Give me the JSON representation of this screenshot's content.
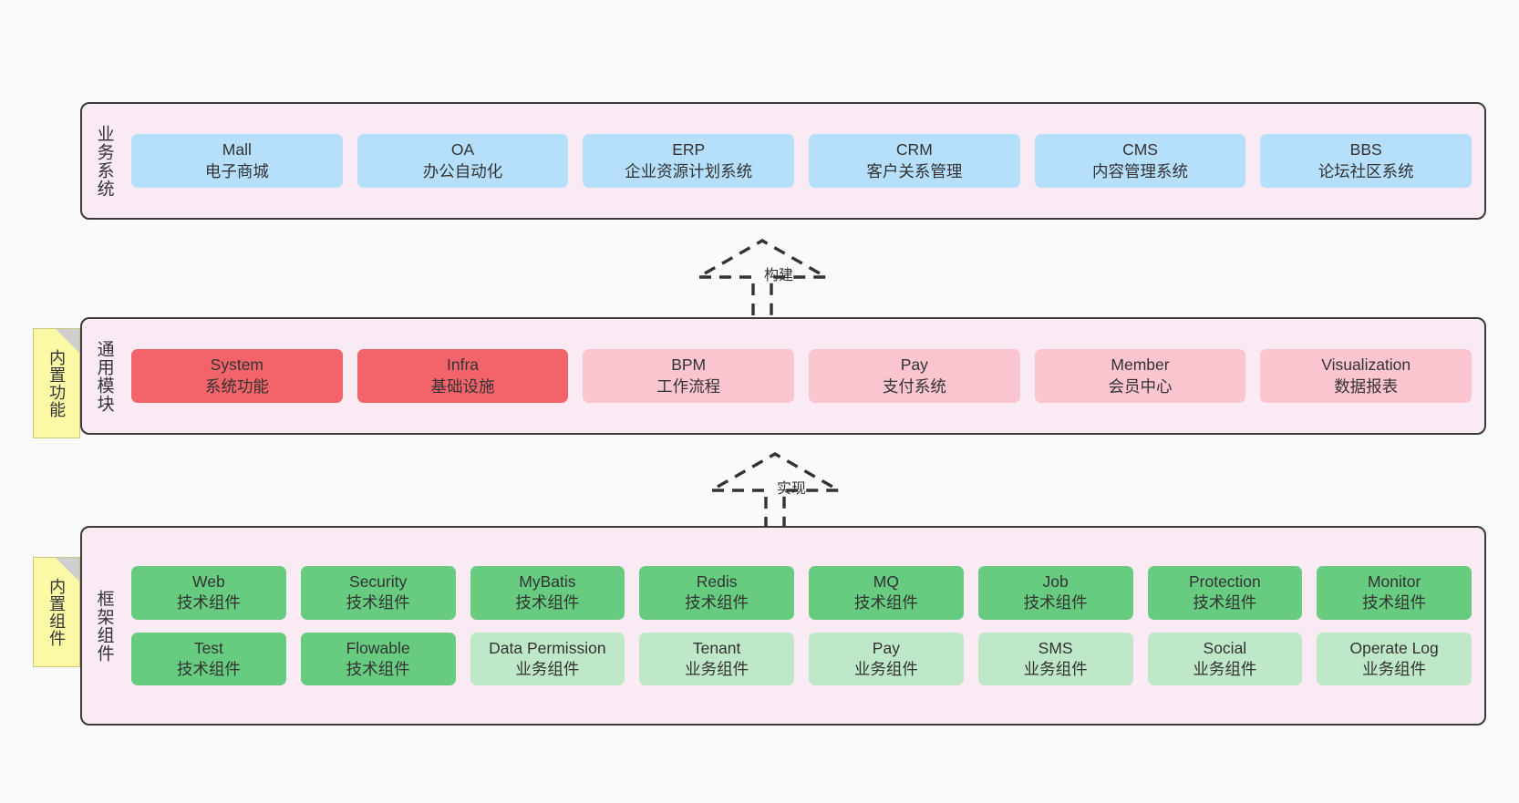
{
  "diagram": {
    "background": "#fafafa",
    "panel_fill": "#f9eaf4",
    "panel_stroke": "#3a3a3a",
    "note_fill": "#fbf8a6"
  },
  "notes": [
    {
      "id": "builtin-features",
      "text": "内置功能"
    },
    {
      "id": "builtin-components",
      "text": "内置组件"
    }
  ],
  "connectors": [
    {
      "id": "build",
      "label": "构建",
      "style": "dashed-hollow-arrow-up"
    },
    {
      "id": "implement",
      "label": "实现",
      "style": "dashed-hollow-arrow-up"
    }
  ],
  "layers": [
    {
      "id": "business-systems",
      "title": "业务系统",
      "rows": [
        {
          "cards": [
            {
              "t1": "Mall",
              "t2": "电子商城",
              "color": "#b5dffb",
              "style": "c-blue"
            },
            {
              "t1": "OA",
              "t2": "办公自动化",
              "color": "#b5dffb",
              "style": "c-blue"
            },
            {
              "t1": "ERP",
              "t2": "企业资源计划系统",
              "color": "#b5dffb",
              "style": "c-blue"
            },
            {
              "t1": "CRM",
              "t2": "客户关系管理",
              "color": "#b5dffb",
              "style": "c-blue"
            },
            {
              "t1": "CMS",
              "t2": "内容管理系统",
              "color": "#b5dffb",
              "style": "c-blue"
            },
            {
              "t1": "BBS",
              "t2": "论坛社区系统",
              "color": "#b5dffb",
              "style": "c-blue"
            }
          ]
        }
      ]
    },
    {
      "id": "common-modules",
      "title": "通用模块",
      "rows": [
        {
          "cards": [
            {
              "t1": "System",
              "t2": "系统功能",
              "color": "#f2646a",
              "style": "c-red"
            },
            {
              "t1": "Infra",
              "t2": "基础设施",
              "color": "#f2646a",
              "style": "c-red"
            },
            {
              "t1": "BPM",
              "t2": "工作流程",
              "color": "#fac5ce",
              "style": "c-pink"
            },
            {
              "t1": "Pay",
              "t2": "支付系统",
              "color": "#fac5ce",
              "style": "c-pink"
            },
            {
              "t1": "Member",
              "t2": "会员中心",
              "color": "#fac5ce",
              "style": "c-pink"
            },
            {
              "t1": "Visualization",
              "t2": "数据报表",
              "color": "#fac5ce",
              "style": "c-pink"
            }
          ]
        }
      ]
    },
    {
      "id": "framework-components",
      "title": "框架组件",
      "rows": [
        {
          "cards": [
            {
              "t1": "Web",
              "t2": "技术组件",
              "color": "#67cc80",
              "style": "c-green"
            },
            {
              "t1": "Security",
              "t2": "技术组件",
              "color": "#67cc80",
              "style": "c-green"
            },
            {
              "t1": "MyBatis",
              "t2": "技术组件",
              "color": "#67cc80",
              "style": "c-green"
            },
            {
              "t1": "Redis",
              "t2": "技术组件",
              "color": "#67cc80",
              "style": "c-green"
            },
            {
              "t1": "MQ",
              "t2": "技术组件",
              "color": "#67cc80",
              "style": "c-green"
            },
            {
              "t1": "Job",
              "t2": "技术组件",
              "color": "#67cc80",
              "style": "c-green"
            },
            {
              "t1": "Protection",
              "t2": "技术组件",
              "color": "#67cc80",
              "style": "c-green"
            },
            {
              "t1": "Monitor",
              "t2": "技术组件",
              "color": "#67cc80",
              "style": "c-green"
            }
          ]
        },
        {
          "cards": [
            {
              "t1": "Test",
              "t2": "技术组件",
              "color": "#67cc80",
              "style": "c-green"
            },
            {
              "t1": "Flowable",
              "t2": "技术组件",
              "color": "#67cc80",
              "style": "c-green"
            },
            {
              "t1": "Data Permission",
              "t2": "业务组件",
              "color": "#bfe8c8",
              "style": "c-lightgreen"
            },
            {
              "t1": "Tenant",
              "t2": "业务组件",
              "color": "#bfe8c8",
              "style": "c-lightgreen"
            },
            {
              "t1": "Pay",
              "t2": "业务组件",
              "color": "#bfe8c8",
              "style": "c-lightgreen"
            },
            {
              "t1": "SMS",
              "t2": "业务组件",
              "color": "#bfe8c8",
              "style": "c-lightgreen"
            },
            {
              "t1": "Social",
              "t2": "业务组件",
              "color": "#bfe8c8",
              "style": "c-lightgreen"
            },
            {
              "t1": "Operate Log",
              "t2": "业务组件",
              "color": "#bfe8c8",
              "style": "c-lightgreen"
            }
          ]
        }
      ]
    }
  ]
}
